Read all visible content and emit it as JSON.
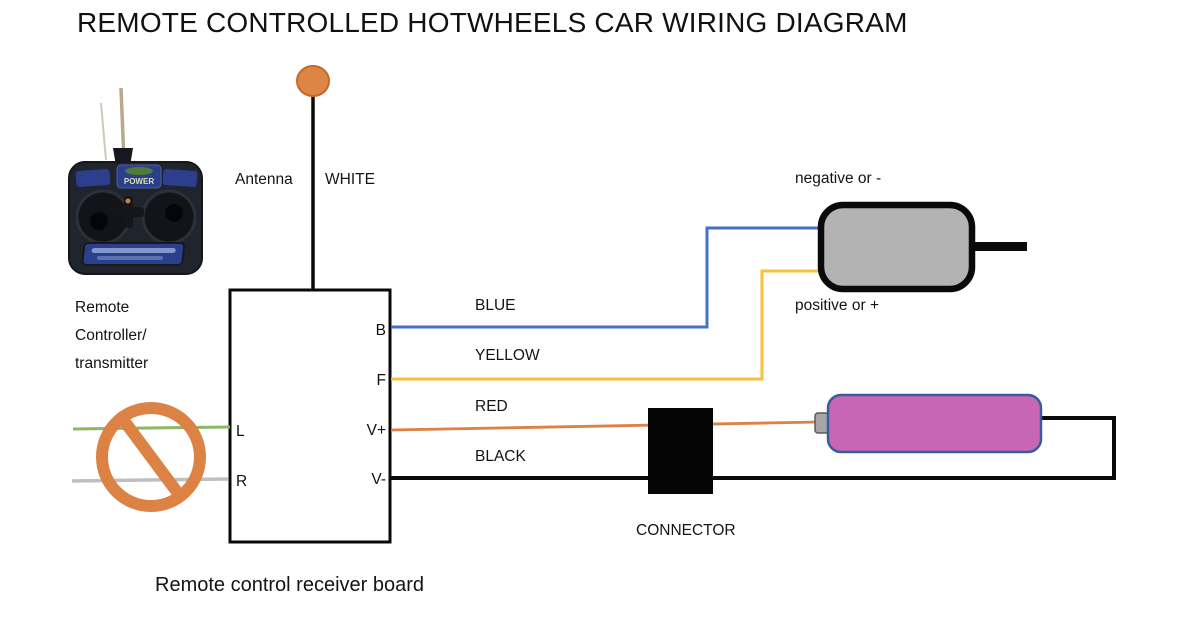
{
  "title": "REMOTE CONTROLLED HOTWHEELS CAR WIRING DIAGRAM",
  "antenna": {
    "label": "Antenna",
    "wire_label": "WHITE",
    "ball_color": "#DD8544",
    "ball_border": "#C06A2E",
    "wire_color": "#0A0A0A"
  },
  "controller": {
    "caption_lines": [
      "Remote",
      "Controller/",
      "transmitter"
    ],
    "power_label": "POWER"
  },
  "receiver_board": {
    "caption": "Remote control receiver board",
    "right_terminals": [
      "B",
      "F",
      "V+",
      "V-"
    ],
    "left_terminals": [
      "L",
      "R"
    ],
    "border_color": "#0A0A0A"
  },
  "wires": {
    "blue": {
      "label": "BLUE",
      "color": "#4472C4"
    },
    "yellow": {
      "label": "YELLOW",
      "color": "#FBBF3B"
    },
    "red": {
      "label": "RED",
      "color": "#DE8146"
    },
    "black": {
      "label": "BLACK",
      "color": "#0A0A0A"
    },
    "left_green": {
      "color": "#8DB564"
    },
    "right_gray": {
      "color": "#BFBFBF"
    }
  },
  "motor": {
    "negative_label": "negative or -",
    "positive_label": "positive or +",
    "body_color": "#B3B3B3",
    "border_color": "#0A0A0A"
  },
  "battery": {
    "body_color": "#C966B3",
    "border_color": "#3A5BA0",
    "terminal_color": "#A6A6A6"
  },
  "connector": {
    "label": "CONNECTOR",
    "color": "#050505"
  },
  "prohibition_color": "#DD8245"
}
